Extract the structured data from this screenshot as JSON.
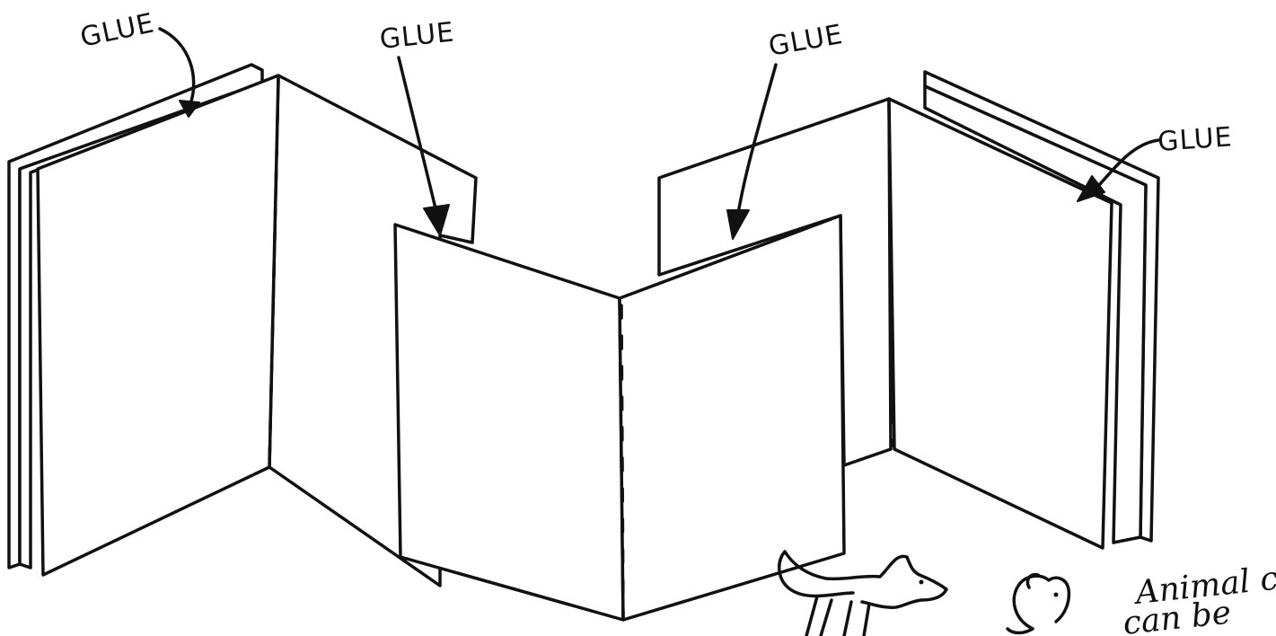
{
  "labels": {
    "glue_1": "GLUE",
    "glue_2": "GLUE",
    "glue_3": "GLUE",
    "glue_4": "GLUE"
  },
  "note": {
    "line_1": "Animal c",
    "line_2": "can be"
  },
  "colors": {
    "ink": "#111111",
    "paper": "#ffffff"
  }
}
